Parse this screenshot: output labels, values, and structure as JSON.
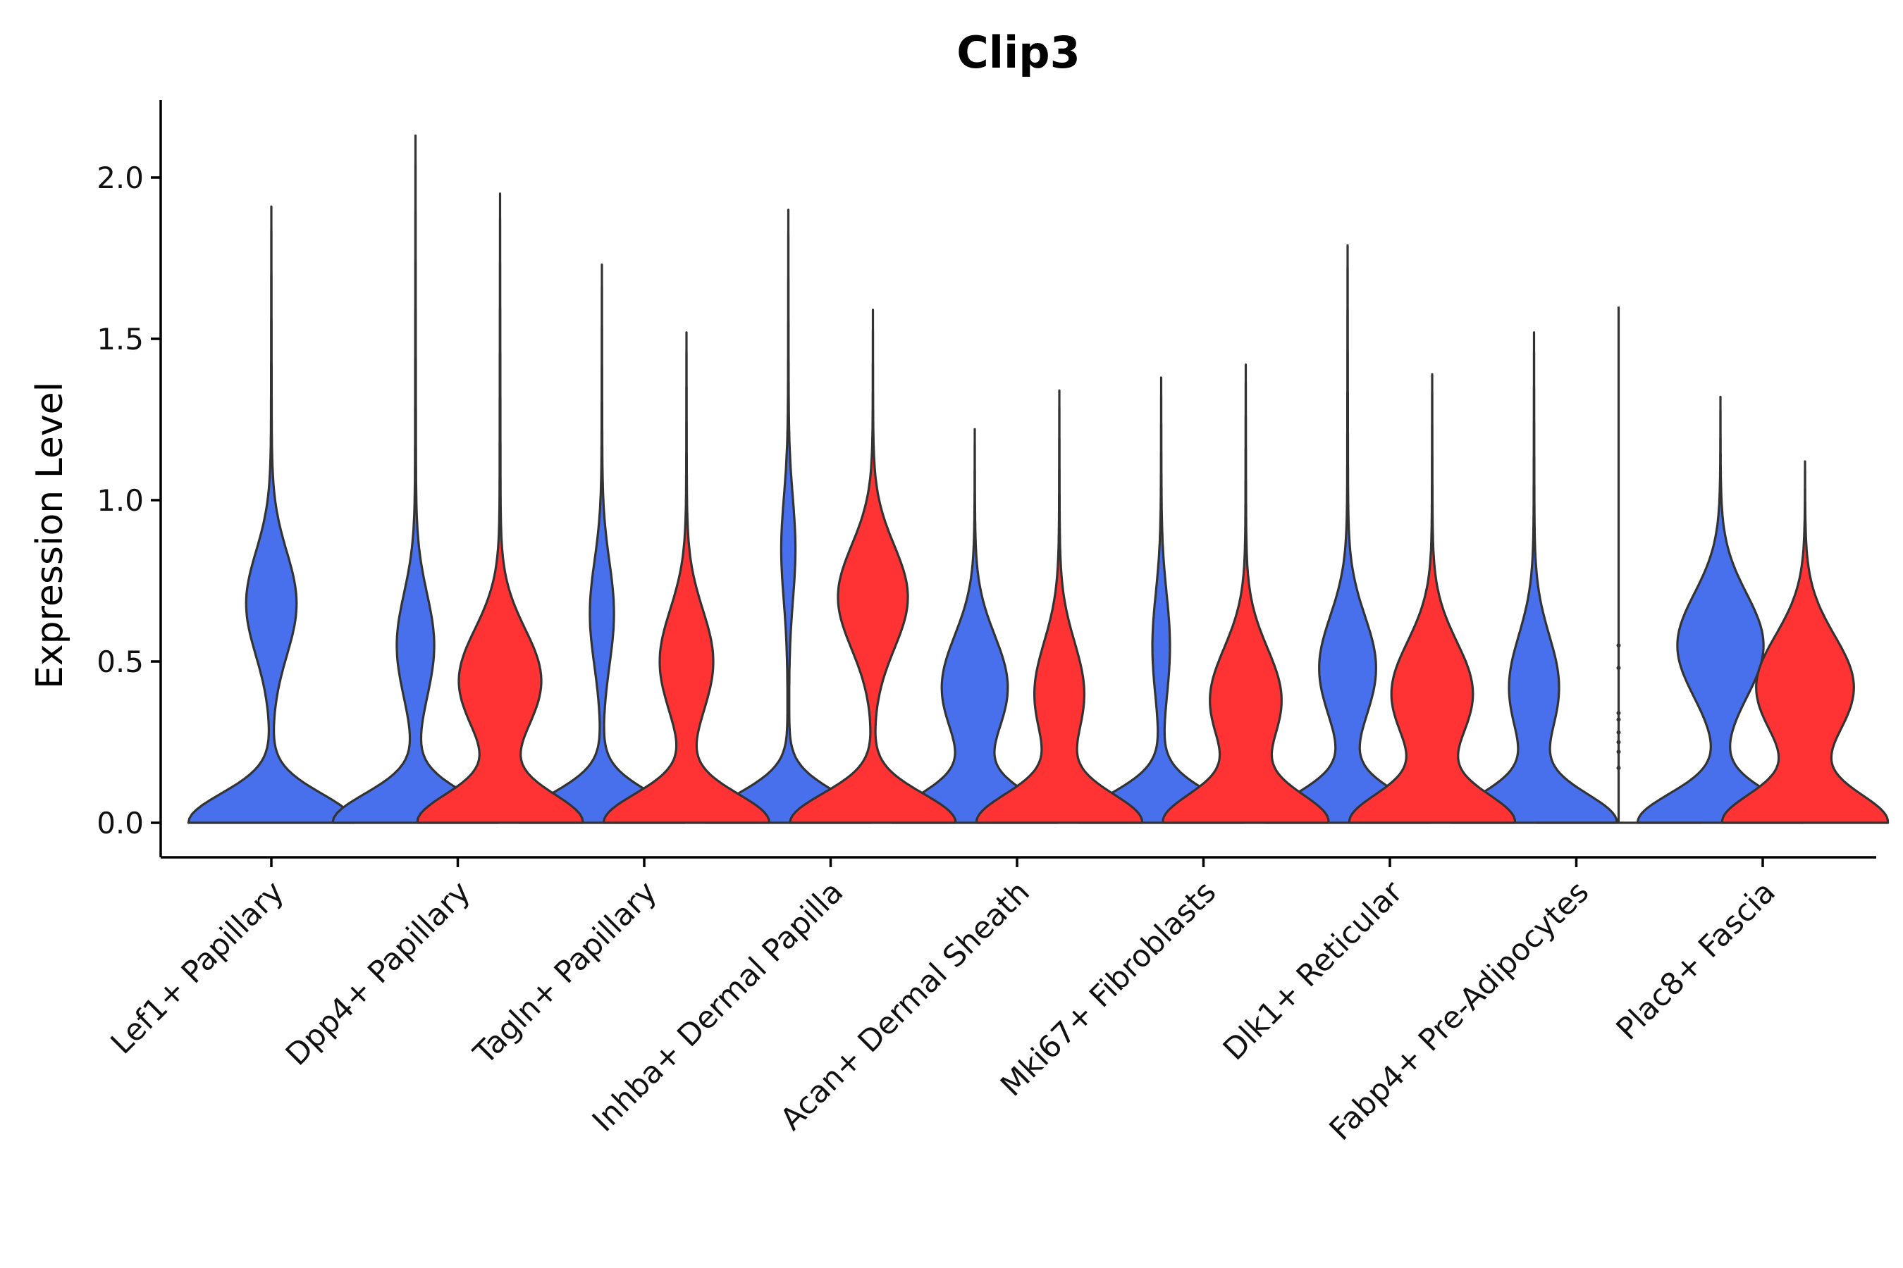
{
  "chart_data": {
    "type": "violin",
    "title": "Clip3",
    "xlabel": "",
    "ylabel": "Expression Level",
    "ylim": [
      -0.11,
      2.24
    ],
    "yticks": [
      "0.0",
      "0.5",
      "1.0",
      "1.5",
      "2.0"
    ],
    "categories": [
      "Lef1+ Papillary",
      "Dpp4+ Papillary",
      "Tagln+ Papillary",
      "Inhba+ Dermal Papilla",
      "Acan+ Dermal Sheath",
      "Mki67+ Fibroblasts",
      "Dlk1+ Reticular",
      "Fabp4+ Pre-Adipocytes",
      "Plac8+ Fascia"
    ],
    "series": [
      {
        "color": "#4870EC",
        "violins": [
          {
            "category": "Lef1+ Papillary",
            "max": 1.91,
            "modes": [
              [
                0.0,
                1.0
              ],
              [
                0.68,
                0.3
              ]
            ]
          },
          {
            "category": "Dpp4+ Papillary",
            "max": 2.13,
            "modes": [
              [
                0.0,
                1.0
              ],
              [
                0.55,
                0.22
              ]
            ]
          },
          {
            "category": "Tagln+ Papillary",
            "max": 1.73,
            "modes": [
              [
                0.0,
                1.0
              ],
              [
                0.65,
                0.14
              ]
            ]
          },
          {
            "category": "Inhba+ Dermal Papilla",
            "max": 1.9,
            "modes": [
              [
                0.0,
                1.0
              ],
              [
                0.85,
                0.08
              ]
            ]
          },
          {
            "category": "Acan+ Dermal Sheath",
            "max": 1.22,
            "modes": [
              [
                0.0,
                1.0
              ],
              [
                0.42,
                0.4
              ]
            ]
          },
          {
            "category": "Mki67+ Fibroblasts",
            "max": 1.38,
            "modes": [
              [
                0.0,
                1.0
              ],
              [
                0.55,
                0.1
              ]
            ]
          },
          {
            "category": "Dlk1+ Reticular",
            "max": 1.79,
            "modes": [
              [
                0.0,
                1.0
              ],
              [
                0.48,
                0.34
              ]
            ]
          },
          {
            "category": "Fabp4+ Pre-Adipocytes",
            "max": 1.52,
            "modes": [
              [
                0.0,
                1.0
              ],
              [
                0.42,
                0.3
              ]
            ]
          },
          {
            "category": "Plac8+ Fascia",
            "max": 1.32,
            "modes": [
              [
                0.0,
                1.0
              ],
              [
                0.55,
                0.52
              ]
            ]
          }
        ]
      },
      {
        "color": "#FF3333",
        "violins": [
          {
            "category": "Dpp4+ Papillary",
            "max": 1.95,
            "modes": [
              [
                0.0,
                1.0
              ],
              [
                0.44,
                0.5
              ]
            ]
          },
          {
            "category": "Tagln+ Papillary",
            "max": 1.52,
            "modes": [
              [
                0.0,
                1.0
              ],
              [
                0.5,
                0.32
              ]
            ]
          },
          {
            "category": "Inhba+ Dermal Papilla",
            "max": 1.59,
            "modes": [
              [
                0.0,
                1.0
              ],
              [
                0.7,
                0.42
              ]
            ]
          },
          {
            "category": "Acan+ Dermal Sheath",
            "max": 1.34,
            "modes": [
              [
                0.0,
                1.0
              ],
              [
                0.4,
                0.3
              ]
            ]
          },
          {
            "category": "Mki67+ Fibroblasts",
            "max": 1.42,
            "modes": [
              [
                0.0,
                1.0
              ],
              [
                0.38,
                0.44
              ]
            ]
          },
          {
            "category": "Dlk1+ Reticular",
            "max": 1.39,
            "modes": [
              [
                0.0,
                1.0
              ],
              [
                0.4,
                0.5
              ]
            ]
          },
          {
            "category": "Fabp4+ Pre-Adipocytes",
            "max": 1.6,
            "degenerate": true,
            "points": [
              0.55,
              0.48,
              0.34,
              0.32,
              0.28,
              0.25,
              0.22,
              0.17
            ]
          },
          {
            "category": "Plac8+ Fascia",
            "max": 1.12,
            "modes": [
              [
                0.0,
                1.0
              ],
              [
                0.42,
                0.6
              ]
            ]
          }
        ]
      }
    ],
    "grid": false,
    "legend": "none"
  }
}
